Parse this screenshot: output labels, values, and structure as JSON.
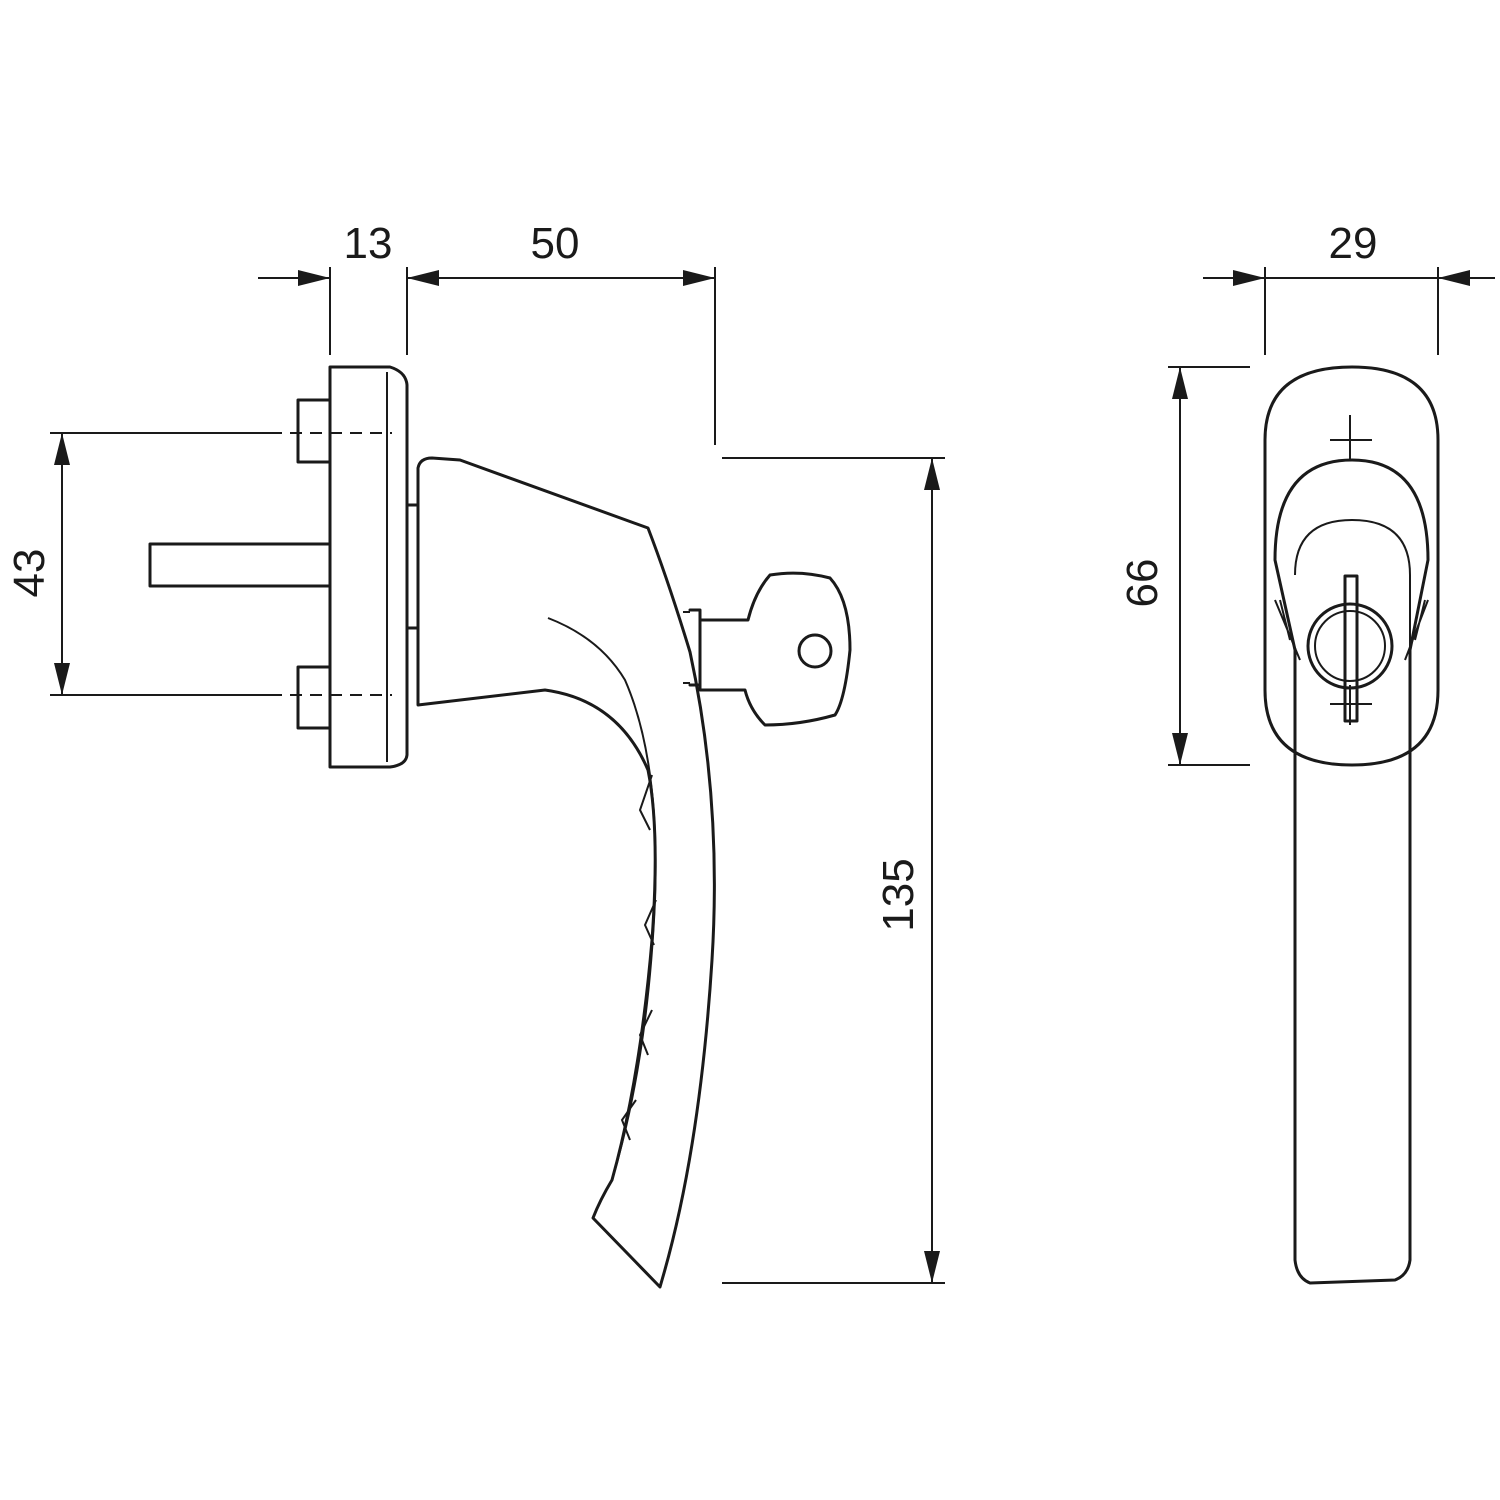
{
  "dimensions": {
    "rose_depth": "13",
    "handle_projection": "50",
    "screw_spacing": "43",
    "handle_length": "135",
    "rose_width": "29",
    "rose_height": "66"
  },
  "colors": {
    "line": "#1a1a1a",
    "background": "#ffffff"
  }
}
